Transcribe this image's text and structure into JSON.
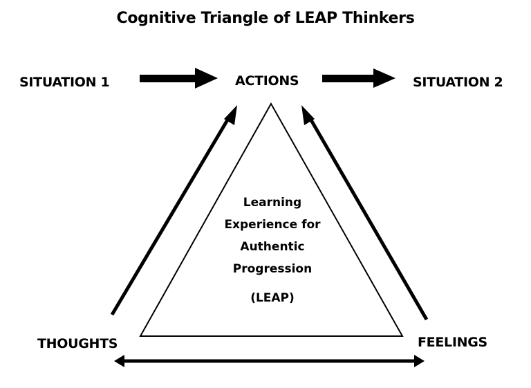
{
  "title": "Cognitive Triangle of LEAP Thinkers",
  "nodes": {
    "situation1": "SITUATION 1",
    "actions": "ACTIONS",
    "situation2": "SITUATION 2",
    "thoughts": "THOUGHTS",
    "feelings": "FEELINGS"
  },
  "center": {
    "lines": [
      "Learning",
      "Experience for",
      "Authentic",
      "Progression"
    ],
    "acronym": "(LEAP)"
  },
  "colors": {
    "ink": "#000000",
    "background": "#ffffff"
  }
}
